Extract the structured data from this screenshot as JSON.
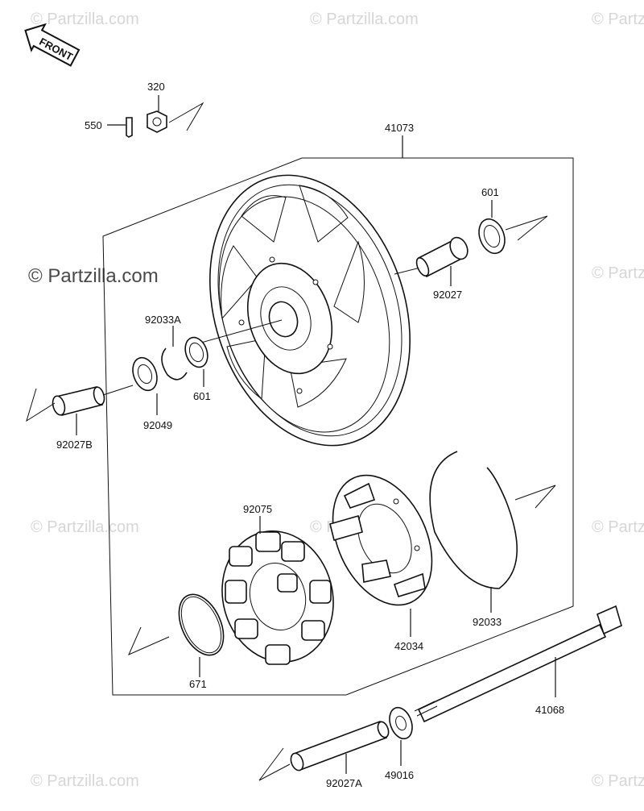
{
  "watermarks": {
    "text": "© Partzilla.com",
    "main": "© Partzilla.com"
  },
  "front_badge": {
    "label": "FRONT"
  },
  "parts": {
    "p550": "550",
    "p320": "320",
    "p41073": "41073",
    "p601_top": "601",
    "p92027": "92027",
    "p92033A": "92033A",
    "p601_mid": "601",
    "p92049": "92049",
    "p92027B": "92027B",
    "p92075": "92075",
    "p671": "671",
    "p42034": "42034",
    "p92033": "92033",
    "p41068": "41068",
    "p49016": "49016",
    "p92027A": "92027A"
  }
}
